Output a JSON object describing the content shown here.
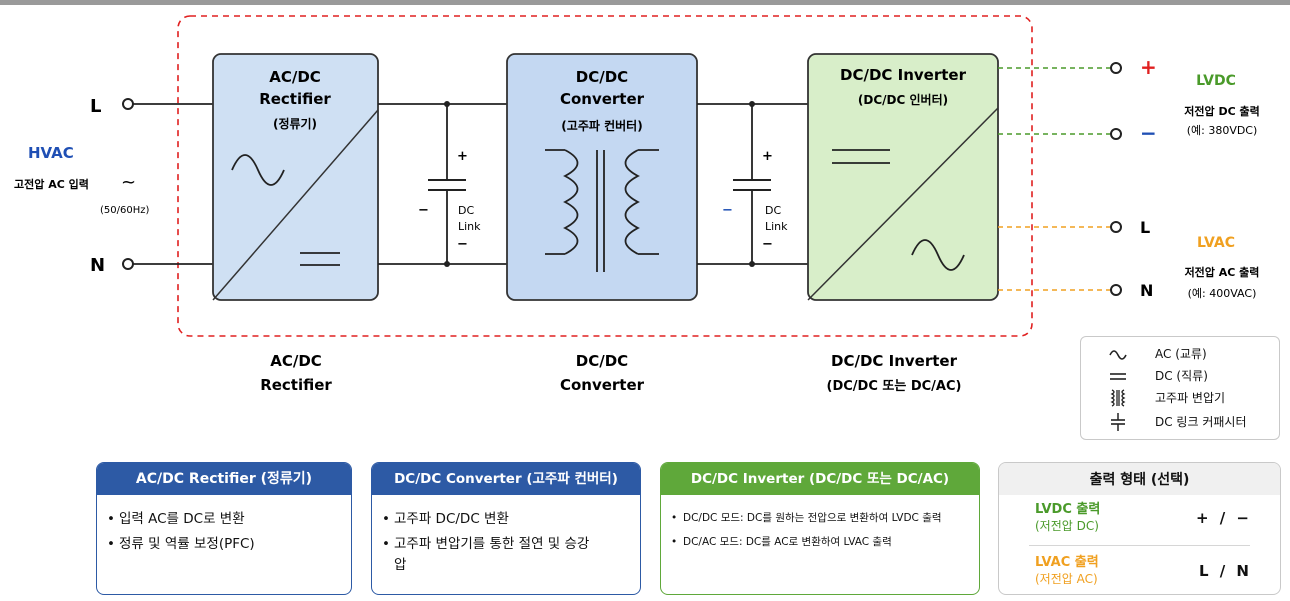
{
  "input": {
    "l_label": "L",
    "n_label": "N",
    "hvac_title": "HVAC",
    "hvac_desc": "고전압 AC 입력",
    "tilde": "~",
    "freq": "(50/60Hz)"
  },
  "blocks": {
    "rectifier": {
      "line1": "AC/DC",
      "line2": "Rectifier",
      "sub": "(정류기)"
    },
    "converter": {
      "line1": "DC/DC",
      "line2": "Converter",
      "sub": "(고주파 컨버터)"
    },
    "inverter": {
      "line1": "DC/DC Inverter",
      "sub": "(DC/DC 인버터)"
    }
  },
  "dc_link": {
    "plus": "+",
    "minus": "−",
    "line1": "DC",
    "line2": "Link",
    "left_minus": "−"
  },
  "stage_labels": {
    "rectifier": [
      "AC/DC",
      "Rectifier"
    ],
    "converter": [
      "DC/DC",
      "Converter"
    ],
    "inverter": [
      "DC/DC Inverter",
      "(DC/DC 또는 DC/AC)"
    ]
  },
  "outputs": {
    "plus": "+",
    "minus": "−",
    "l": "L",
    "n": "N",
    "lvdc_title": "LVDC",
    "lvdc_desc": "저전압 DC 출력",
    "lvdc_value": "(예: 380VDC)",
    "lvac_title": "LVAC",
    "lvac_desc": "저전압 AC 출력",
    "lvac_value": "(예: 400VAC)"
  },
  "legend": {
    "items": [
      {
        "icon": "ac-wave-icon",
        "label": "AC (교류)"
      },
      {
        "icon": "dc-lines-icon",
        "label": "DC (직류)"
      },
      {
        "icon": "transformer-icon",
        "label": "고주파 변압기"
      },
      {
        "icon": "capacitor-icon",
        "label": "DC 링크 커패시터"
      }
    ]
  },
  "cards": {
    "rectifier": {
      "title": "AC/DC Rectifier (정류기)",
      "items": [
        "입력 AC를 DC로 변환",
        "정류 및 역률 보정(PFC)"
      ]
    },
    "converter": {
      "title": "DC/DC Converter (고주파 컨버터)",
      "items": [
        "고주파 DC/DC 변환",
        "고주파 변압기를 통한 절연 및 승강압"
      ]
    },
    "inverter": {
      "title": "DC/DC Inverter (DC/DC 또는 DC/AC)",
      "items": [
        "DC/DC 모드: DC를 원하는 전압으로 변환하여 LVDC 출력",
        "DC/AC 모드: DC를 AC로 변환하여 LVAC 출력"
      ]
    },
    "output": {
      "title": "출력 형태 (선택)",
      "lvdc_label": "LVDC 출력",
      "lvdc_sub": "(저전압 DC)",
      "lvdc_sym": "+ / −",
      "lvac_label": "LVAC 출력",
      "lvac_sub": "(저전압 AC)",
      "lvac_sym": "L / N"
    }
  },
  "colors": {
    "rectifier_fill": "#cfe0f3",
    "converter_fill": "#c4d8f2",
    "inverter_fill": "#d8eec9",
    "boundary": "#e02020",
    "lvdc": "#4a9a2a",
    "lvac": "#f0a020",
    "hvac": "#1f4fb4",
    "card_blue": "#2d5aa5",
    "card_green": "#5fa83a",
    "card_gray": "#f0f0f0"
  }
}
